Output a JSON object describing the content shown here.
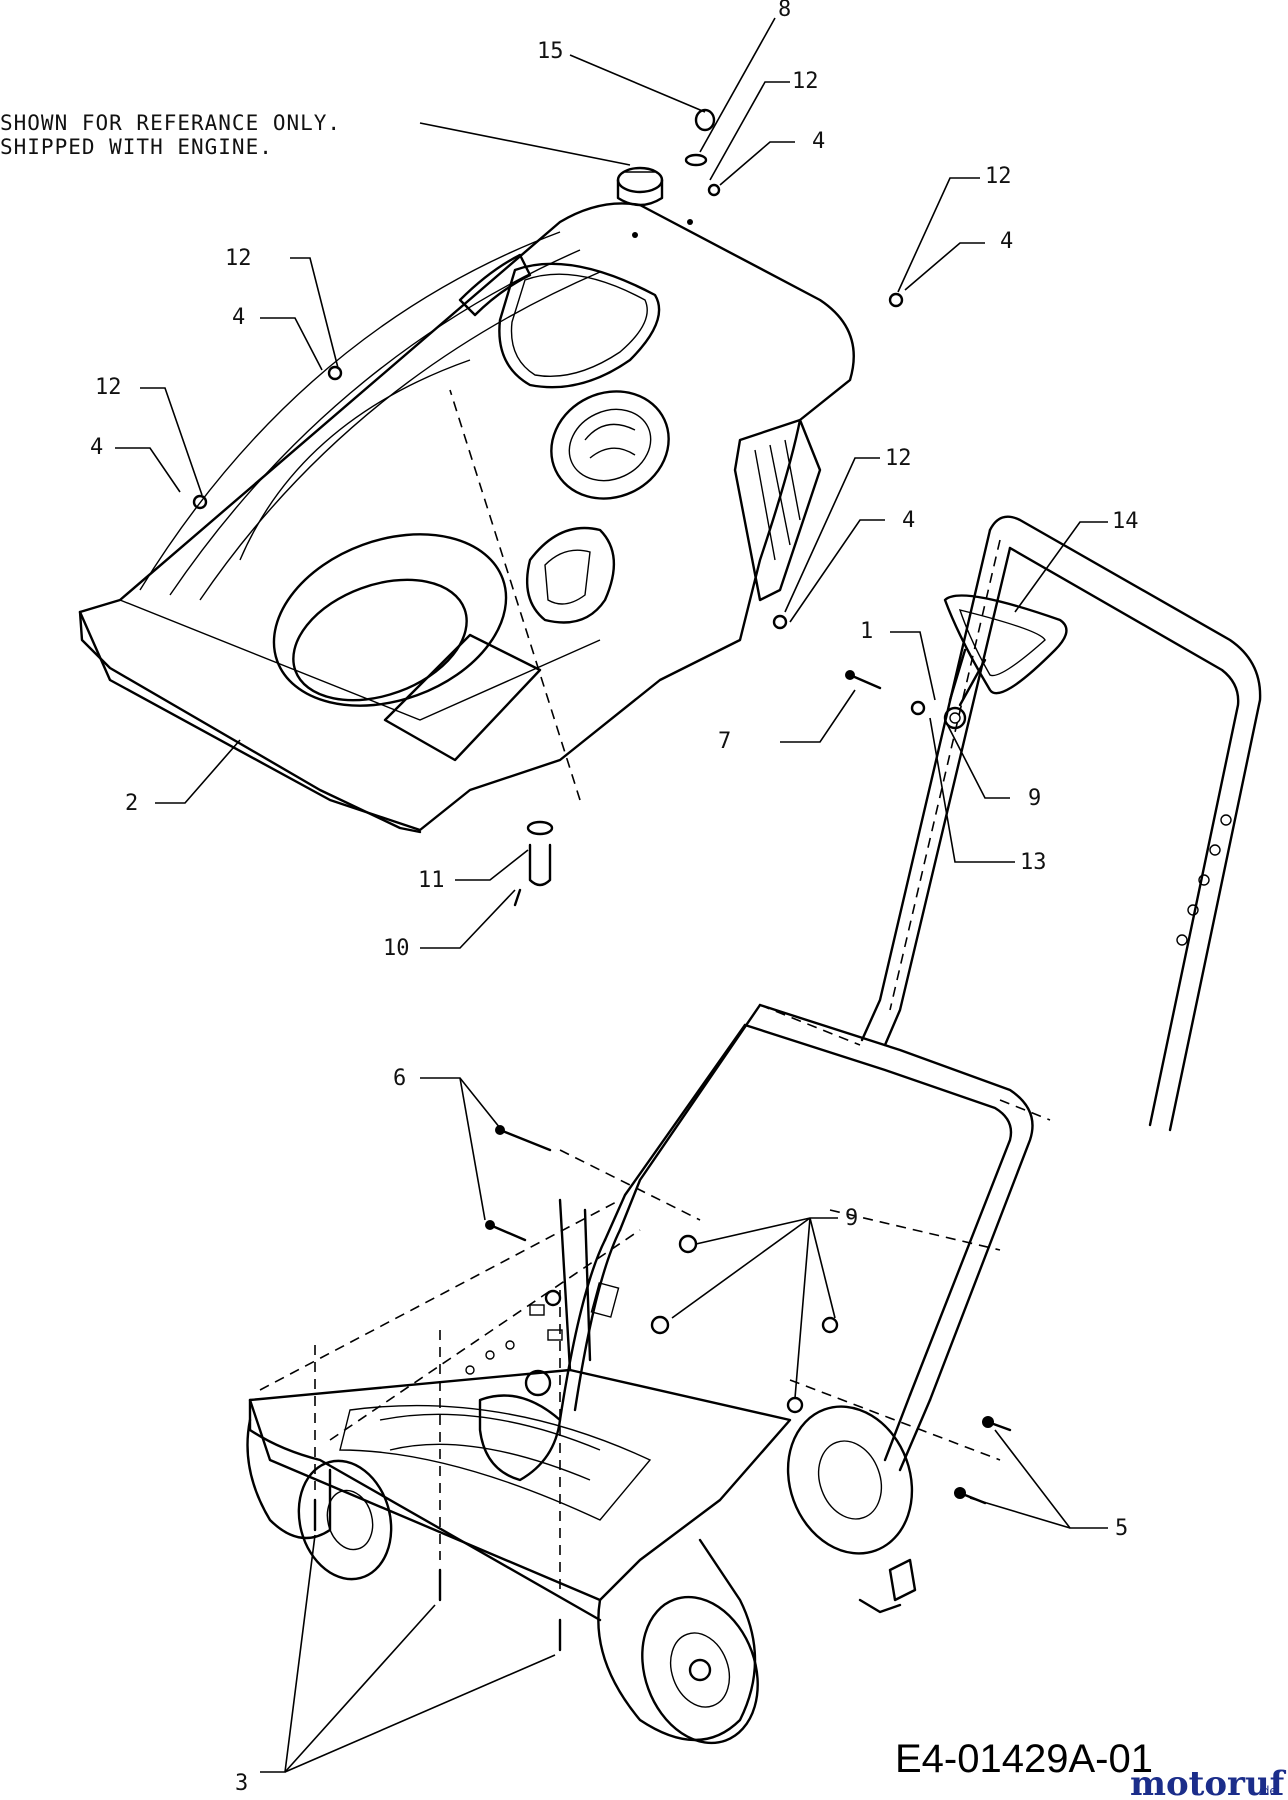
{
  "note": {
    "line1": "SHOWN FOR REFERANCE ONLY.",
    "line2": "SHIPPED WITH ENGINE."
  },
  "callouts": {
    "c8": "8",
    "c15": "15",
    "c12a": "12",
    "c4a": "4",
    "c12b": "12",
    "c4b": "4",
    "c12c": "12",
    "c4c": "4",
    "c12d": "12",
    "c4d": "4",
    "c12e": "12",
    "c4e": "4",
    "c14": "14",
    "c1": "1",
    "c7": "7",
    "c9a": "9",
    "c13": "13",
    "c2": "2",
    "c11": "11",
    "c10": "10",
    "c6": "6",
    "c9b": "9",
    "c5": "5",
    "c3": "3"
  },
  "diagram_code": "E4-01429A-01",
  "watermark": {
    "brand": "motoruf",
    "suffix": ".de"
  }
}
